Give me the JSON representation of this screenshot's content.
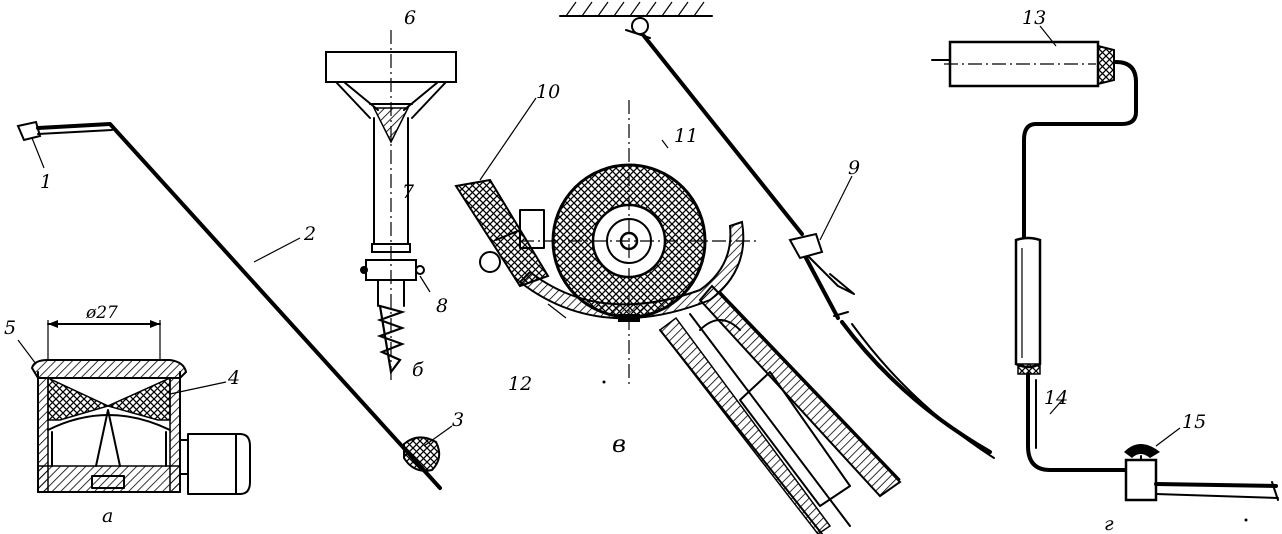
{
  "labels": {
    "n1": "1",
    "n2": "2",
    "n3": "3",
    "n4": "4",
    "n5": "5",
    "n6": "6",
    "n7": "7",
    "n8": "8",
    "n9": "9",
    "n10": "10",
    "n11": "11",
    "n12": "12",
    "n13": "13",
    "n14": "14",
    "n15": "15"
  },
  "panels": {
    "a": "а",
    "b": "б",
    "v": "в",
    "g": "г"
  },
  "dimension": "ø27"
}
